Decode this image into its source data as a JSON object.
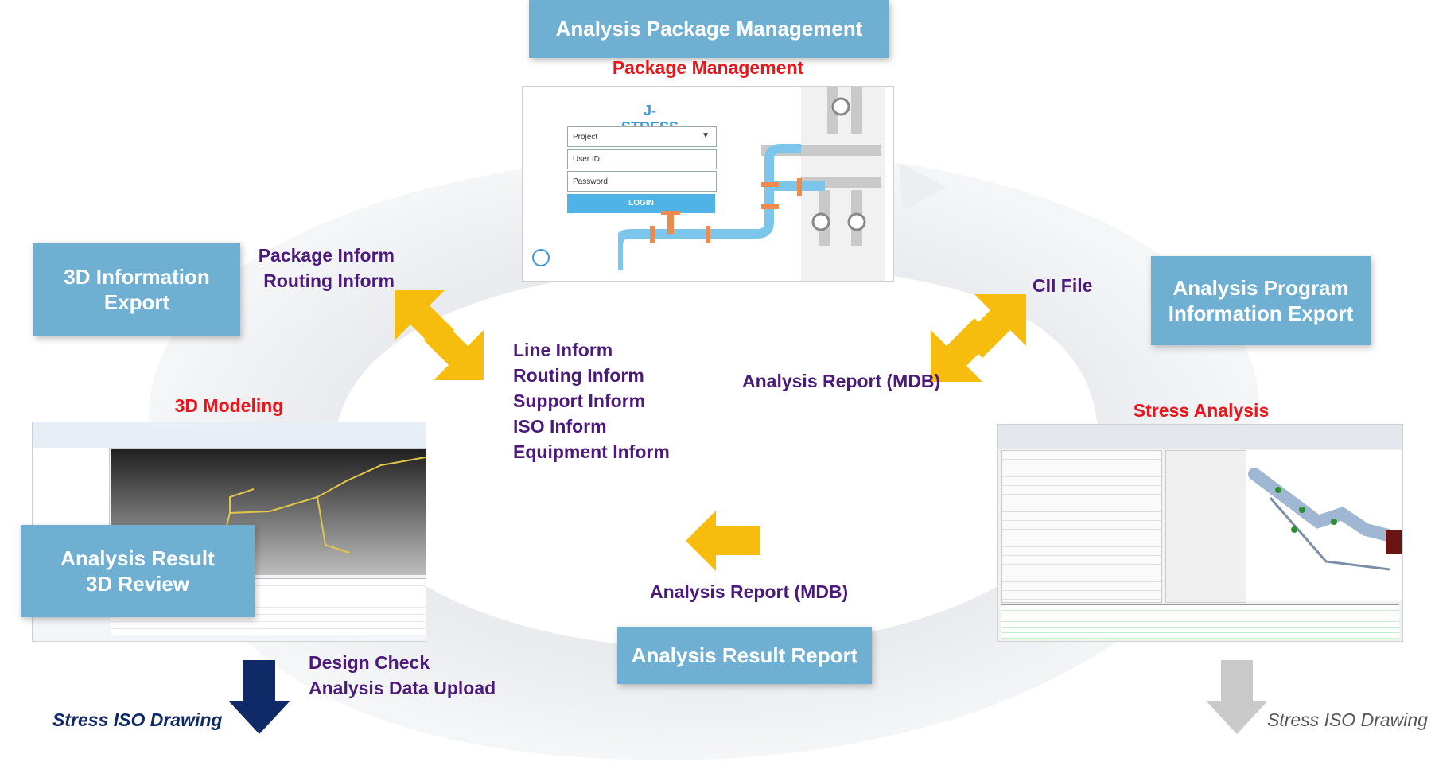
{
  "boxes": {
    "top": "Analysis Package Management",
    "left": "3D Information\nExport",
    "right": "Analysis Program\nInformation Export",
    "bottom_left": "Analysis Result\n3D Review",
    "bottom": "Analysis Result Report"
  },
  "screens": {
    "package": "Package Management",
    "modeling": "3D Modeling",
    "stress": "Stress Analysis"
  },
  "login": {
    "app_name": "J-STRESS",
    "project": "Project",
    "user_id": "User ID",
    "password": "Password",
    "button": "LOGIN"
  },
  "flows": {
    "package_routing": [
      "Package Inform",
      "Routing Inform"
    ],
    "line_list": [
      "Line Inform",
      "Routing Inform",
      "Support Inform",
      "ISO Inform",
      "Equipment Inform"
    ],
    "cii": "CII File",
    "report_upper": "Analysis Report (MDB)",
    "report_lower": "Analysis Report (MDB)",
    "design_check": [
      "Design Check",
      "Analysis Data Upload"
    ]
  },
  "outputs": {
    "iso_left": "Stress ISO Drawing",
    "iso_right": "Stress ISO Drawing"
  },
  "colors": {
    "box": "#6fb0d2",
    "arrow": "#f6bd0f",
    "title_red": "#e8151b",
    "text_purple": "#4b1a7a",
    "iso_left": "#0f2a66",
    "iso_right": "#555555"
  }
}
